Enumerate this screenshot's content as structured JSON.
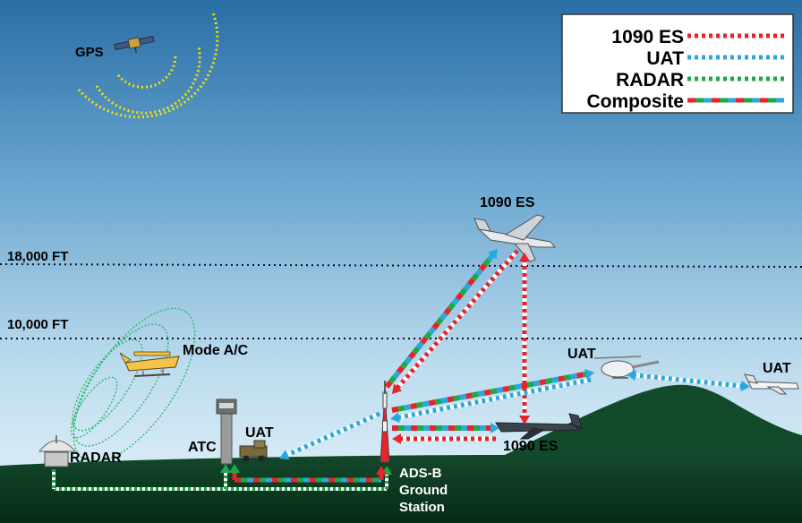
{
  "legend": {
    "items": [
      {
        "label": "1090 ES",
        "colors": [
          "#e8242b",
          "#ffffff"
        ]
      },
      {
        "label": "UAT",
        "colors": [
          "#29a8e0",
          "#ffffff"
        ]
      },
      {
        "label": "RADAR",
        "colors": [
          "#1fa84a",
          "#ffffff"
        ]
      },
      {
        "label": "Composite",
        "colors": [
          "#e8242b",
          "#1fa84a",
          "#29a8e0"
        ]
      }
    ]
  },
  "altitudes": {
    "upper": "18,000 FT",
    "lower": "10,000 FT"
  },
  "labels": {
    "gps": "GPS",
    "jet_high": "1090 ES",
    "mode_ac": "Mode A/C",
    "uat_heli": "UAT",
    "uat_far": "UAT",
    "uat_ground": "UAT",
    "atc": "ATC",
    "radar": "RADAR",
    "jet_low": "1090 ES",
    "ground_station_1": "ADS-B",
    "ground_station_2": "Ground",
    "ground_station_3": "Station"
  },
  "colors": {
    "es1090": "#e8242b",
    "uat": "#29a8e0",
    "radar": "#1fa84a",
    "ground": "#0d3b22",
    "gps_rings": "#f2e400"
  }
}
